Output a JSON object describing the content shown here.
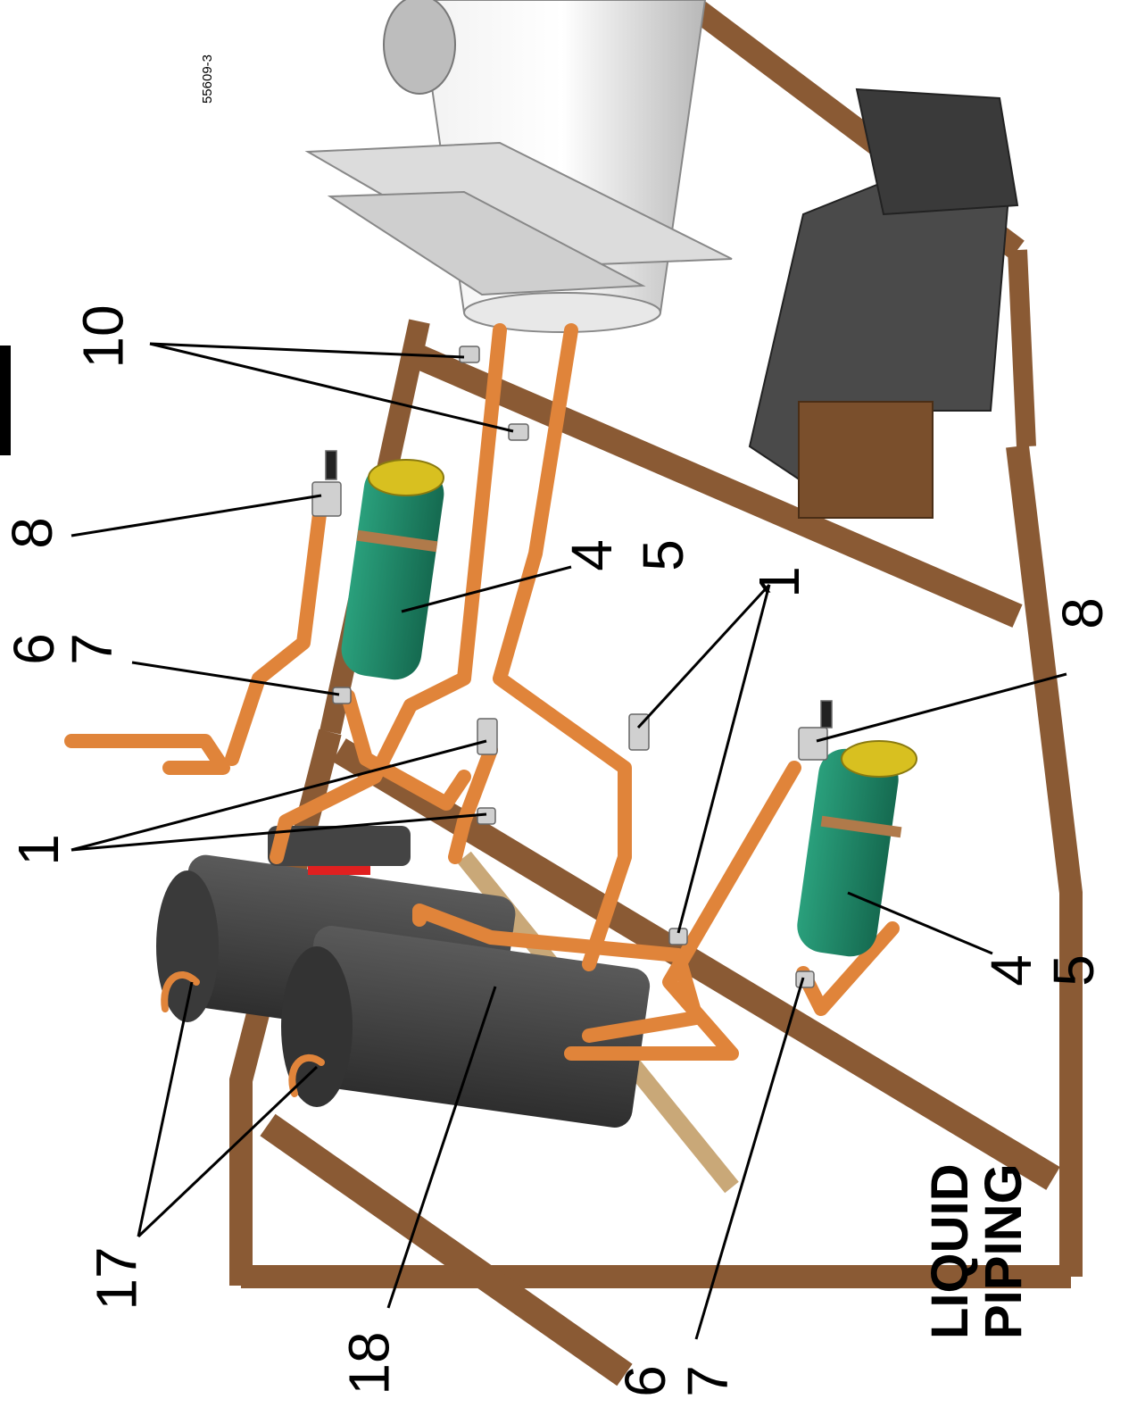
{
  "figure_id": "55609-3",
  "title": {
    "line1": "LIQUID",
    "line2": "PIPING"
  },
  "callouts": {
    "c10": "10",
    "c8_top": "8",
    "c4_top": "4",
    "c5_top": "5",
    "c6_top": "6",
    "c7_top": "7",
    "c1_left": "1",
    "c1_right": "1",
    "c8_right": "8",
    "c4_bottom": "4",
    "c5_bottom": "5",
    "c17": "17",
    "c18": "18",
    "c6_bottom": "6",
    "c7_bottom": "7"
  },
  "colors": {
    "frame": "#8a5a34",
    "frame_dark": "#5e3a1e",
    "pipe": "#e0843a",
    "pipe_dark": "#a8551c",
    "filter": "#1f8a6a",
    "filter_cap": "#d8c020",
    "receiver": "#4a4a4a",
    "compressor": "#3c3c3c",
    "condenser": "#d8d8d8",
    "valve": "#d0d0d0",
    "red_part": "#e02020"
  }
}
